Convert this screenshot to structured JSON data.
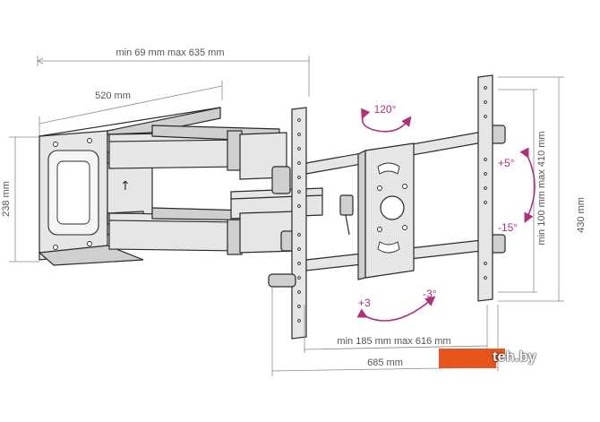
{
  "dimensions": {
    "total_extension": "min 69 mm max 635 mm",
    "wall_plate_width": "520 mm",
    "wall_plate_height": "238 mm",
    "vesa_vertical": "min 100 mm max 410 mm",
    "tv_bracket_height": "430 mm",
    "vesa_horizontal": "min 185 mm max 616 mm",
    "tv_bracket_width": "685 mm"
  },
  "rotations": {
    "swivel": "120°",
    "tilt_up": "+5°",
    "tilt_down": "-15°",
    "level_plus": "+3",
    "level_minus": "-3°"
  },
  "watermark": {
    "text": "teh.by"
  },
  "colors": {
    "accent_rotation": "#b0307a",
    "watermark_badge": "#e8541e",
    "line_art": "#2a2a2a",
    "dimension": "#8a8a8a"
  }
}
